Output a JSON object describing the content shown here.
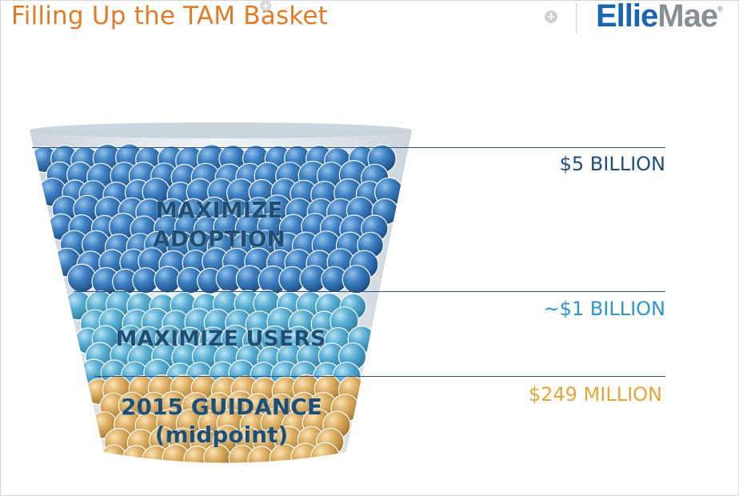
{
  "header": {
    "title": "Filling Up the TAM Basket",
    "logo_primary": "Ellie",
    "logo_secondary": "Mae",
    "logo_mark": "®"
  },
  "icons": {
    "add": "plus-circle-icon"
  },
  "tiers": [
    {
      "id": "adoption",
      "label_line1": "MAXIMIZE",
      "label_line2": "ADOPTION",
      "value": "$5 BILLION",
      "color": "#3e7cba"
    },
    {
      "id": "users",
      "label_line1": "MAXIMIZE USERS",
      "label_line2": "",
      "value": "~$1 BILLION",
      "color": "#4aa3c9"
    },
    {
      "id": "guidance",
      "label_line1": "2015 GUIDANCE",
      "label_line2": "(midpoint)",
      "value": "$249 MILLION",
      "color": "#d9ad5f"
    }
  ],
  "colors": {
    "title": "#e07b29",
    "logo_primary": "#1b64b3",
    "logo_secondary": "#8a8f96",
    "tier_text": "#1f4e72",
    "value_adoption": "#1d4f7d",
    "value_users": "#2d94d0",
    "value_guidance": "#e5a53a"
  }
}
